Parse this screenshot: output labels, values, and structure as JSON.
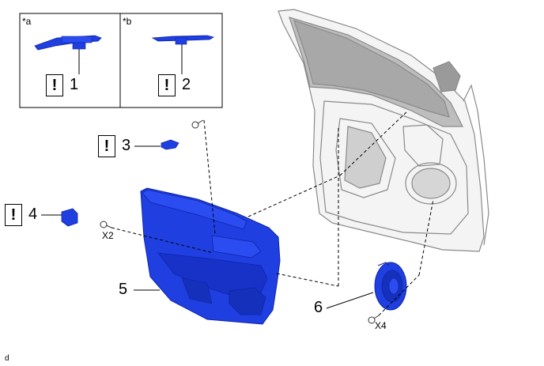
{
  "colors": {
    "part_fill": "#1f3fe0",
    "part_dark": "#0f24a8",
    "door_line": "#8a8a8a",
    "ink": "#000000"
  },
  "insets": [
    {
      "tag": "*a",
      "number": "1",
      "icon": "caution-icon"
    },
    {
      "tag": "*b",
      "number": "2",
      "icon": "caution-icon"
    }
  ],
  "callouts": {
    "part3": "3",
    "part4": "4",
    "part5": "5",
    "part6": "6",
    "warn_glyph": "!"
  },
  "quantities": {
    "screws_panel": "X2",
    "screws_speaker": "X4"
  },
  "corner_note": "d"
}
